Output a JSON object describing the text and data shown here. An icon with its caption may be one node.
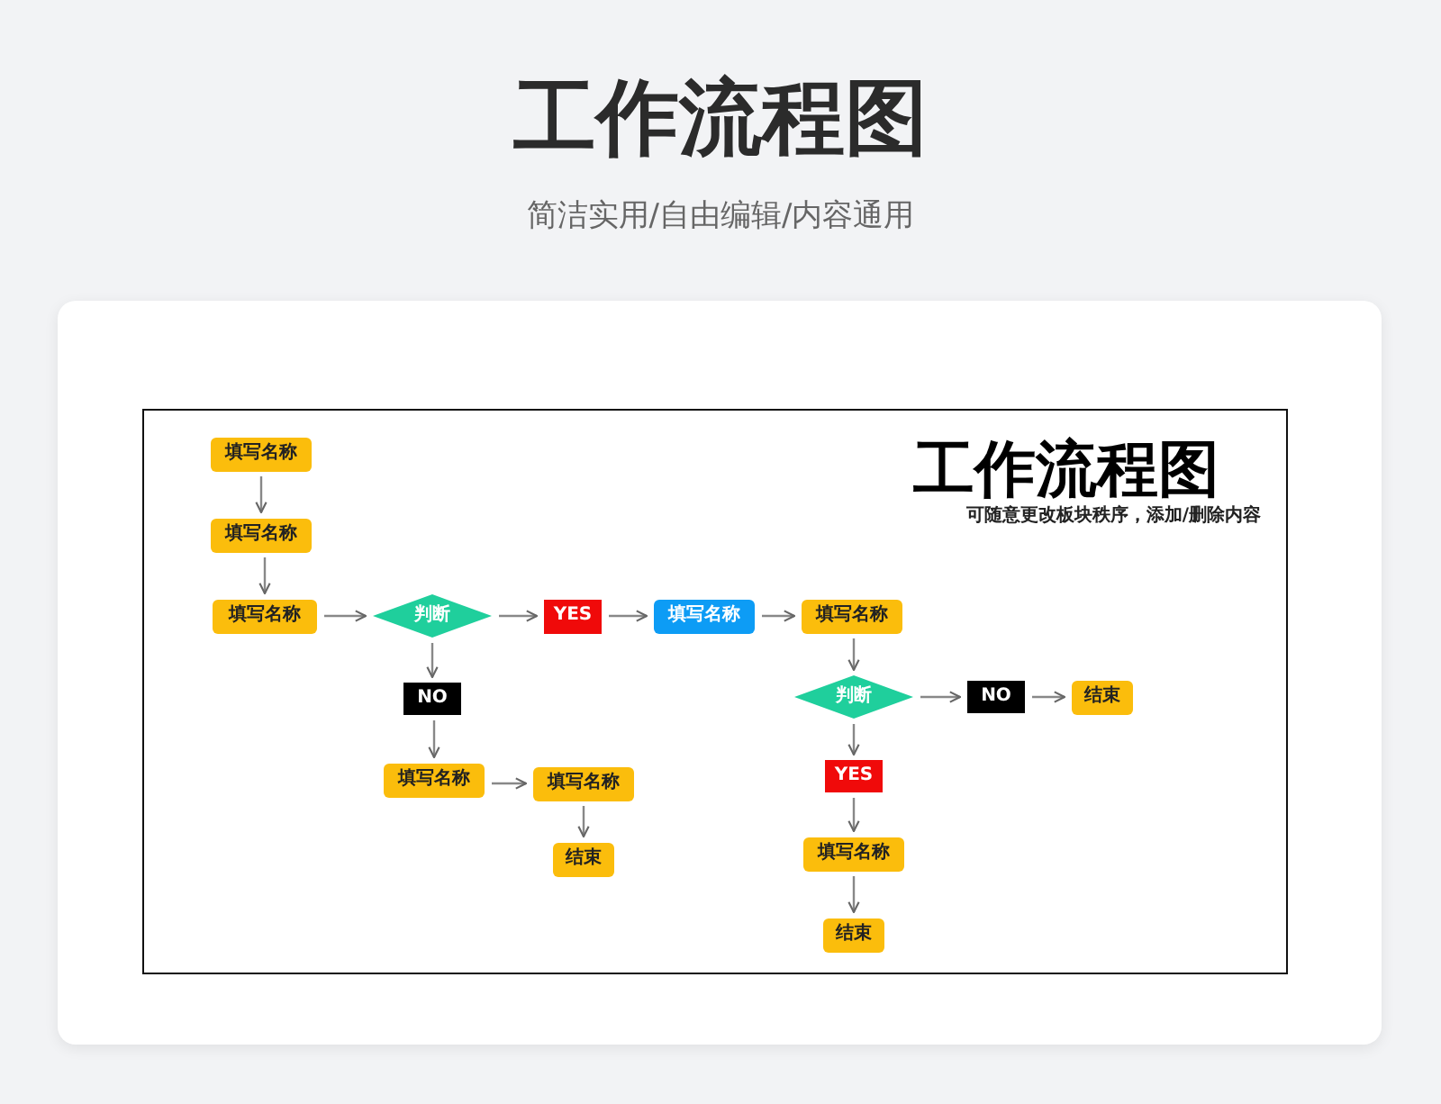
{
  "diagram": {
    "title": "工作流程图",
    "nodes": [
      {
        "text": [
          "填写名称"
        ]
      },
      {
        "text": [
          "填写名称"
        ]
      },
      {
        "text": [
          "填写名称"
        ]
      },
      {
        "text": [
          "判断"
        ]
      },
      {
        "text": [
          "YES"
        ]
      },
      {
        "text": [
          "填写名称"
        ]
      },
      {
        "text": [
          "填写名称"
        ]
      },
      {
        "text": [
          "NO"
        ]
      },
      {
        "text": [
          "填写名称"
        ]
      },
      {
        "text": [
          "填写名称"
        ]
      },
      {
        "text": [
          "结束"
        ]
      },
      {
        "text": [
          "判断"
        ]
      },
      {
        "text": [
          "NO"
        ]
      },
      {
        "text": [
          "结束"
        ]
      },
      {
        "text": [
          "YES"
        ]
      },
      {
        "text": [
          "填写名称"
        ]
      },
      {
        "text": [
          "结束"
        ]
      }
    ],
    "edges": [
      {
        "from": 0,
        "to": 1,
        "arrow": "to"
      },
      {
        "from": 1,
        "to": 2,
        "arrow": "to"
      },
      {
        "from": 2,
        "to": 3,
        "arrow": "to"
      },
      {
        "from": 3,
        "to": 4,
        "arrow": "to"
      },
      {
        "from": 4,
        "to": 5,
        "arrow": "to"
      },
      {
        "from": 5,
        "to": 6,
        "arrow": "to"
      },
      {
        "from": 3,
        "to": 7,
        "arrow": "to"
      },
      {
        "from": 7,
        "to": 8,
        "arrow": "to"
      },
      {
        "from": 8,
        "to": 9,
        "arrow": "to"
      },
      {
        "from": 9,
        "to": 10,
        "arrow": "to"
      },
      {
        "from": 6,
        "to": 11,
        "arrow": "to"
      },
      {
        "from": 11,
        "to": 12,
        "arrow": "to"
      },
      {
        "from": 12,
        "to": 13,
        "arrow": "to"
      },
      {
        "from": 11,
        "to": 14,
        "arrow": "to"
      },
      {
        "from": 14,
        "to": 15,
        "arrow": "to"
      },
      {
        "from": 15,
        "to": 16,
        "arrow": "to"
      }
    ],
    "labels": [
      "简洁实用/自由编辑/内容通用",
      "工作流程图",
      "可随意更改板块秩序，添加/删除内容"
    ]
  }
}
